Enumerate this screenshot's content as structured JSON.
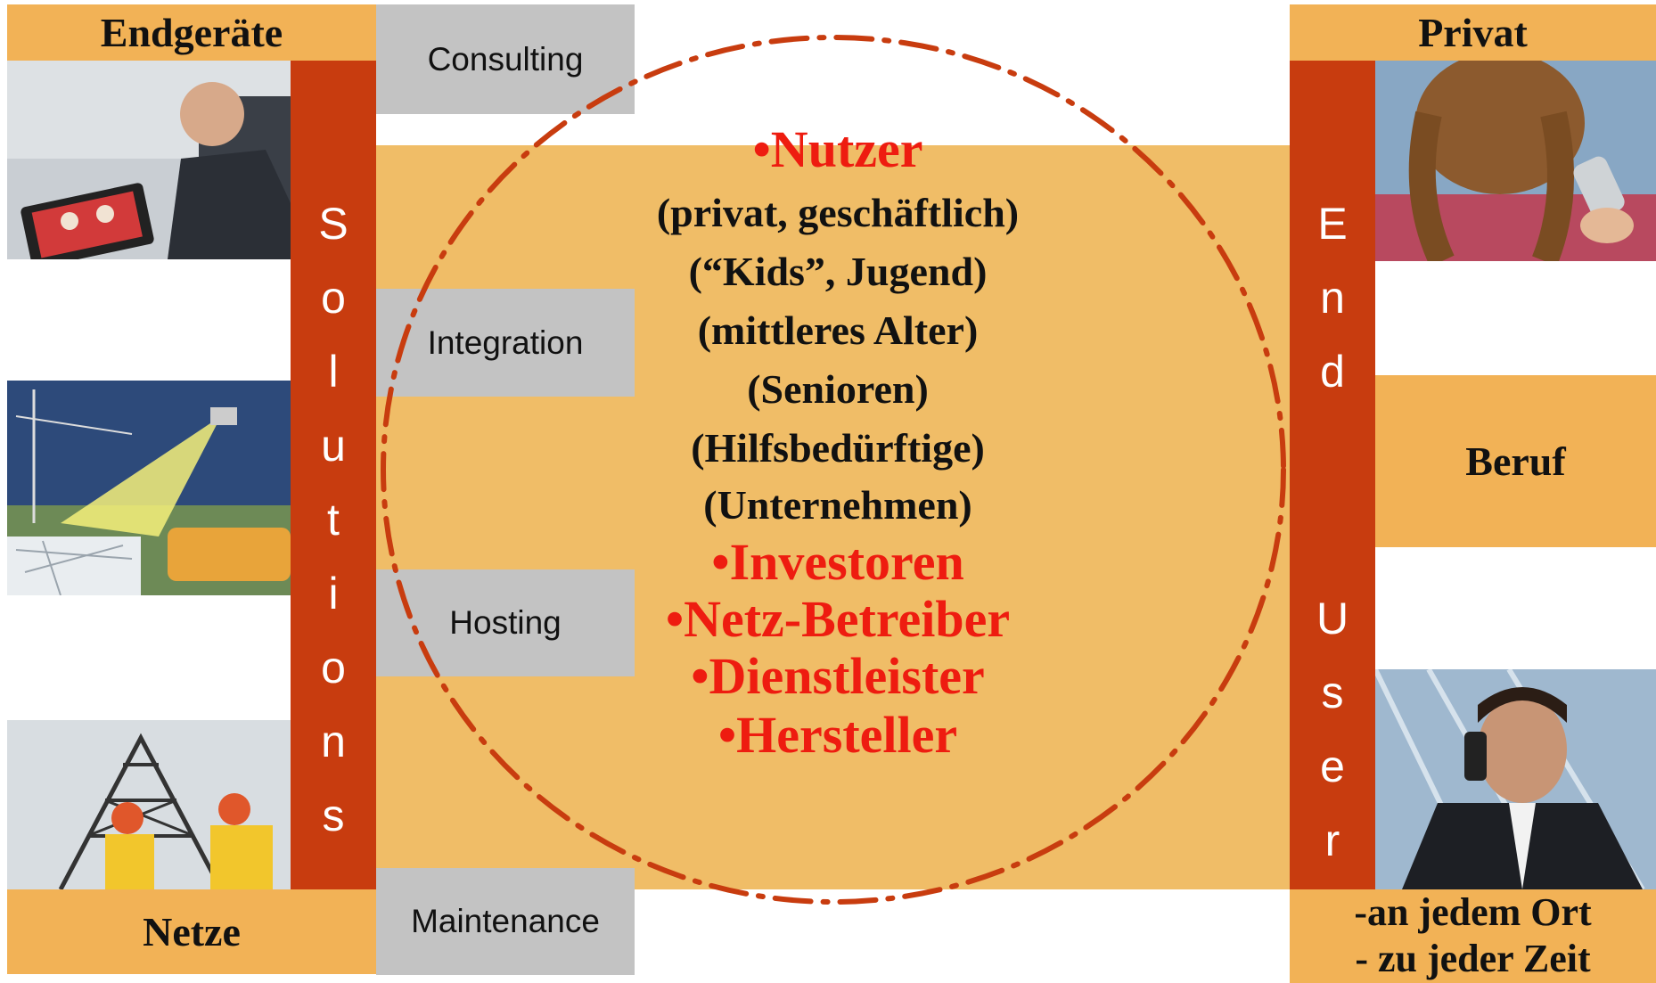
{
  "left": {
    "top_label": "Endgeräte",
    "bottom_label": "Netze",
    "vertical_word": [
      "S",
      "o",
      "l",
      "u",
      "t",
      "i",
      "o",
      "n",
      "s"
    ]
  },
  "services": [
    "Consulting",
    "Integration",
    "Hosting",
    "Maintenance"
  ],
  "center": {
    "lines": [
      {
        "text": "•Nutzer",
        "style": "red"
      },
      {
        "text": "(privat, geschäftlich)",
        "style": "black"
      },
      {
        "text": "(“Kids”, Jugend)",
        "style": "black"
      },
      {
        "text": "(mittleres Alter)",
        "style": "black"
      },
      {
        "text": "(Senioren)",
        "style": "black"
      },
      {
        "text": "(Hilfsbedürftige)",
        "style": "black"
      },
      {
        "text": "(Unternehmen)",
        "style": "black"
      },
      {
        "text": "•Investoren",
        "style": "red"
      },
      {
        "text": "•Netz-Betreiber",
        "style": "red"
      },
      {
        "text": "•Dienstleister",
        "style": "red"
      },
      {
        "text": "•Hersteller",
        "style": "red"
      }
    ]
  },
  "right": {
    "top_label": "Privat",
    "middle_label": "Beruf",
    "bottom_lines": [
      "-an jedem Ort",
      "- zu jeder Zeit"
    ],
    "vertical_word_1": [
      "E",
      "n",
      "d"
    ],
    "vertical_word_2": [
      "U",
      "s",
      "e",
      "r"
    ]
  },
  "colors": {
    "orange": "#f2b256",
    "band": "#f0bd67",
    "red_bar": "#c83c0f",
    "grey": "#c3c3c3",
    "red_text": "#ee1c10",
    "dash": "#c83c0f"
  }
}
